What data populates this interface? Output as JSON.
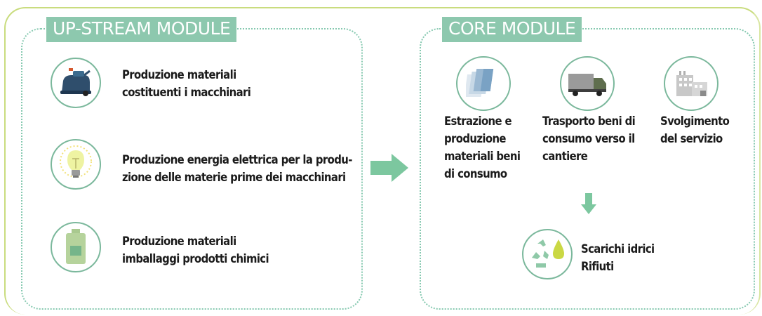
{
  "upstream": {
    "title": "UP-STREAM MODULE",
    "items": [
      {
        "icon": "cleaning-machine-icon",
        "lines": [
          "Produzione materiali",
          "costituenti i macchinari"
        ]
      },
      {
        "icon": "lightbulb-icon",
        "lines": [
          "Produzione energia elettrica per la produ-",
          "zione delle materie prime dei macchinari"
        ]
      },
      {
        "icon": "chemical-container-icon",
        "lines": [
          "Produzione materiali",
          "imballaggi prodotti chimici"
        ]
      }
    ]
  },
  "core": {
    "title": "CORE MODULE",
    "items": [
      {
        "icon": "paper-stack-icon",
        "lines": [
          "Estrazione e",
          "produzione",
          "materiali beni",
          "di consumo"
        ]
      },
      {
        "icon": "truck-icon",
        "lines": [
          "Trasporto beni di",
          "consumo verso il",
          "cantiere"
        ]
      },
      {
        "icon": "building-icon",
        "lines": [
          "Svolgimento",
          "del servizio"
        ]
      }
    ],
    "output": {
      "icon": "recycle-water-icon",
      "lines": [
        "Scarichi idrici",
        "Rifiuti"
      ]
    }
  },
  "colors": {
    "accent": "#8dc8ae",
    "arrow": "#7cc79f",
    "frame": "#c9dc7e"
  }
}
